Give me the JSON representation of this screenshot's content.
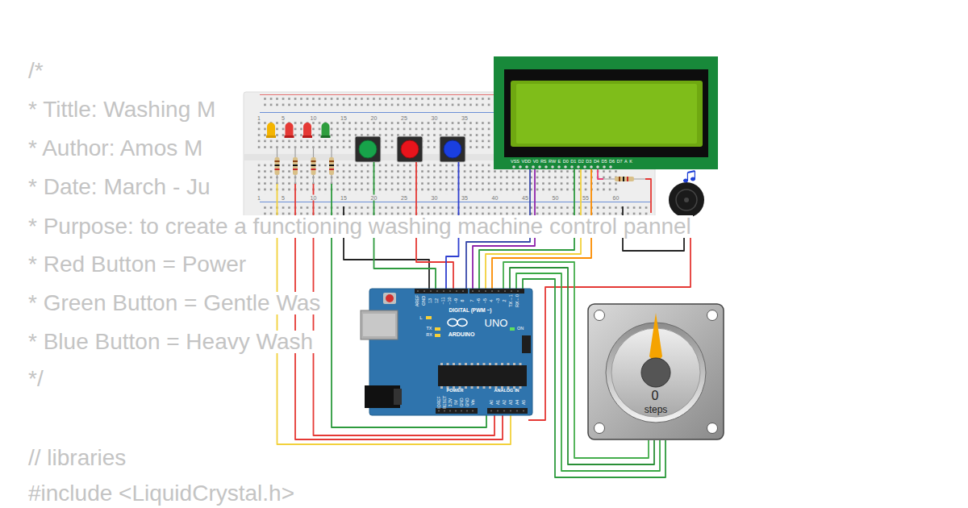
{
  "diagram": {
    "nodes": [
      {
        "text": [
          "AREF",
          "GND",
          "13",
          "12",
          "~11",
          "~10",
          "~9",
          "8",
          "7",
          "~6",
          "~5",
          "4",
          "~3",
          "2",
          "TX→1",
          "RX←0",
          "DIGITAL (PWM ~)",
          "L",
          "TX",
          "RX",
          "UNO",
          "ARDUINO",
          "ON",
          "POWER",
          "ANALOG IN",
          "IOREF",
          "RESET",
          "3.3V",
          "5V",
          "GND",
          "GND",
          "Vin",
          "A0",
          "A1",
          "A2",
          "A3",
          "A4",
          "A5"
        ]
      },
      {
        "text": [
          "0",
          "steps"
        ]
      }
    ],
    "edges": [
      {
        "from": 0,
        "to": 1,
        "arrow": "none"
      },
      {
        "from": 0,
        "to": 1,
        "arrow": "none"
      },
      {
        "from": 0,
        "to": 1,
        "arrow": "none"
      },
      {
        "from": 0,
        "to": 1,
        "arrow": "none"
      }
    ],
    "labels": [
      "/*",
      "* Tittle: Washing M",
      "* Author: Amos M",
      "* Date: March - Ju",
      "* Purpose: to create a functioning washing machine control pannel",
      "* Red Button = Power",
      "* Green Button = Gentle Was",
      "* Blue Button = Heavy Wash",
      "*/",
      "// libraries",
      "#include <LiquidCrystal.h>",
      "1",
      "5",
      "10",
      "15",
      "20",
      "25",
      "30",
      "35",
      "1",
      "5",
      "10",
      "15",
      "20",
      "25",
      "30",
      "35",
      "40",
      "45",
      "50",
      "55",
      "60",
      "VSS",
      "VDD",
      "V0",
      "RS",
      "RW",
      "E",
      "D0",
      "D1",
      "D2",
      "D3",
      "D4",
      "D5",
      "D6",
      "D7",
      "A",
      "K"
    ]
  }
}
